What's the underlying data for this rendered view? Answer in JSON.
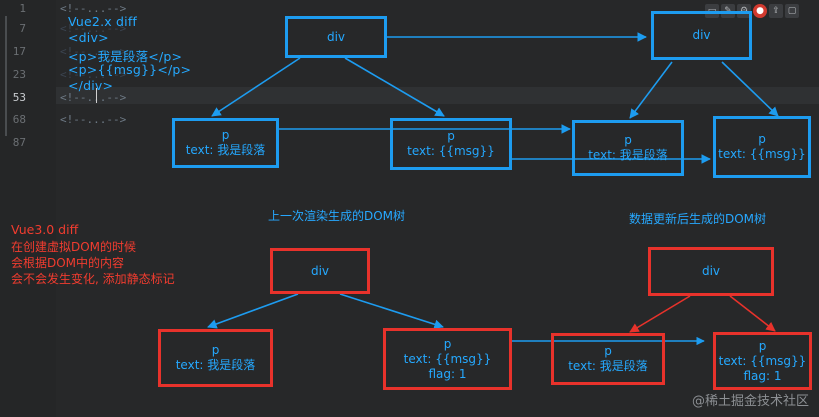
{
  "editor": {
    "line_numbers": [
      "1",
      "7",
      "17",
      "23",
      "53",
      "68",
      "87"
    ],
    "active_line": "53",
    "fold_text": "<!--...-->",
    "toolbar_icons": [
      "view-icon",
      "edit-icon",
      "settings-icon",
      "record-icon",
      "share-icon",
      "close-icon"
    ]
  },
  "vue2": {
    "title": "Vue2.x diff",
    "code_lines": [
      "<div>",
      "<p>我是段落</p>",
      "<p>{{msg}}</p>",
      "</div>"
    ]
  },
  "vue3_note": {
    "title": "Vue3.0 diff",
    "lines": [
      "在创建虚拟DOM的时候",
      "会根据DOM中的内容",
      "会不会发生变化, 添加静态标记"
    ]
  },
  "captions": {
    "old_tree": "上一次渲染生成的DOM树",
    "new_tree": "数据更新后生成的DOM树"
  },
  "trees": {
    "blue_old": {
      "root": "div",
      "p1": {
        "tag": "p",
        "text": "text: 我是段落"
      },
      "p2": {
        "tag": "p",
        "text": "text: {{msg}}"
      }
    },
    "blue_new": {
      "root": "div",
      "p1": {
        "tag": "p",
        "text": "text: 我是段落"
      },
      "p2": {
        "tag": "p",
        "text": "text: {{msg}}"
      }
    },
    "red_old": {
      "root": "div",
      "p1": {
        "tag": "p",
        "text": "text: 我是段落"
      },
      "p2": {
        "tag": "p",
        "text": "text: {{msg}}",
        "flag": "flag: 1"
      }
    },
    "red_new": {
      "root": "div",
      "p1": {
        "tag": "p",
        "text": "text: 我是段落"
      },
      "p2": {
        "tag": "p",
        "text": "text: {{msg}}",
        "flag": "flag: 1"
      }
    }
  },
  "watermark": "@稀土掘金技术社区",
  "colors": {
    "blue": "#1d9cf0",
    "red": "#e8322b",
    "background": "#272829"
  }
}
